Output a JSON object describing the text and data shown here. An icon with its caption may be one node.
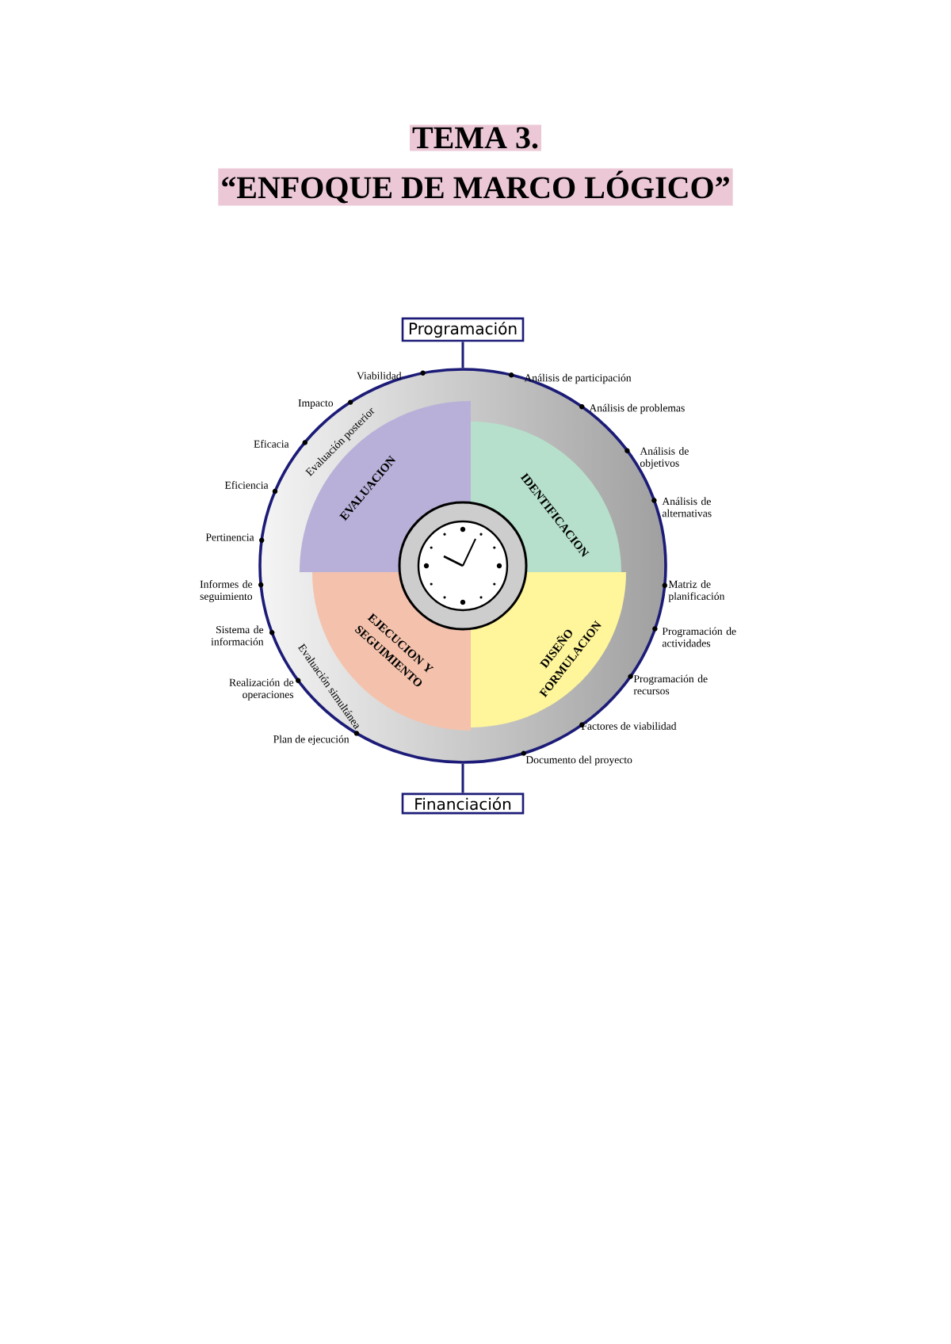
{
  "diagram": {
    "title": "TEMA 3.",
    "nodes": [
      {
        "text": [
          "Programación"
        ]
      },
      {
        "text": [
          "Evaluación posterior",
          "Evaluación simultánea"
        ]
      },
      {
        "text": [
          "EVALUACION"
        ],
        "in": 1
      },
      {
        "text": [
          "IDENTIFICACION"
        ],
        "in": 1
      },
      {
        "text": [
          "DISEÑO FORMULACION"
        ],
        "in": 1
      },
      {
        "text": [
          "EJECUCION Y SEGUIMIENTO"
        ],
        "in": 1
      },
      {
        "text": [],
        "shape": "circle",
        "in": 1
      },
      {
        "text": [
          "Financiación"
        ]
      }
    ],
    "edges": [
      {
        "from": 0,
        "to": 1,
        "arrow": "none"
      },
      {
        "from": 1,
        "to": 7,
        "arrow": "none"
      }
    ],
    "labels": [
      "“ENFOQUE DE MARCO LÓGICO”",
      "Análisis de participación",
      "Análisis de problemas",
      "Análisis de objetivos",
      "Análisis de alternativas",
      "Matriz de planificación",
      "Programación de actividades",
      "Programación de recursos",
      "Factores de viabilidad",
      "Documento del proyecto",
      "Viabilidad",
      "Impacto",
      "Eficacia",
      "Eficiencia",
      "Pertinencia",
      "Informes de seguimiento",
      "Sistema de información",
      "Realización de operaciones",
      "Plan de ejecución"
    ]
  }
}
